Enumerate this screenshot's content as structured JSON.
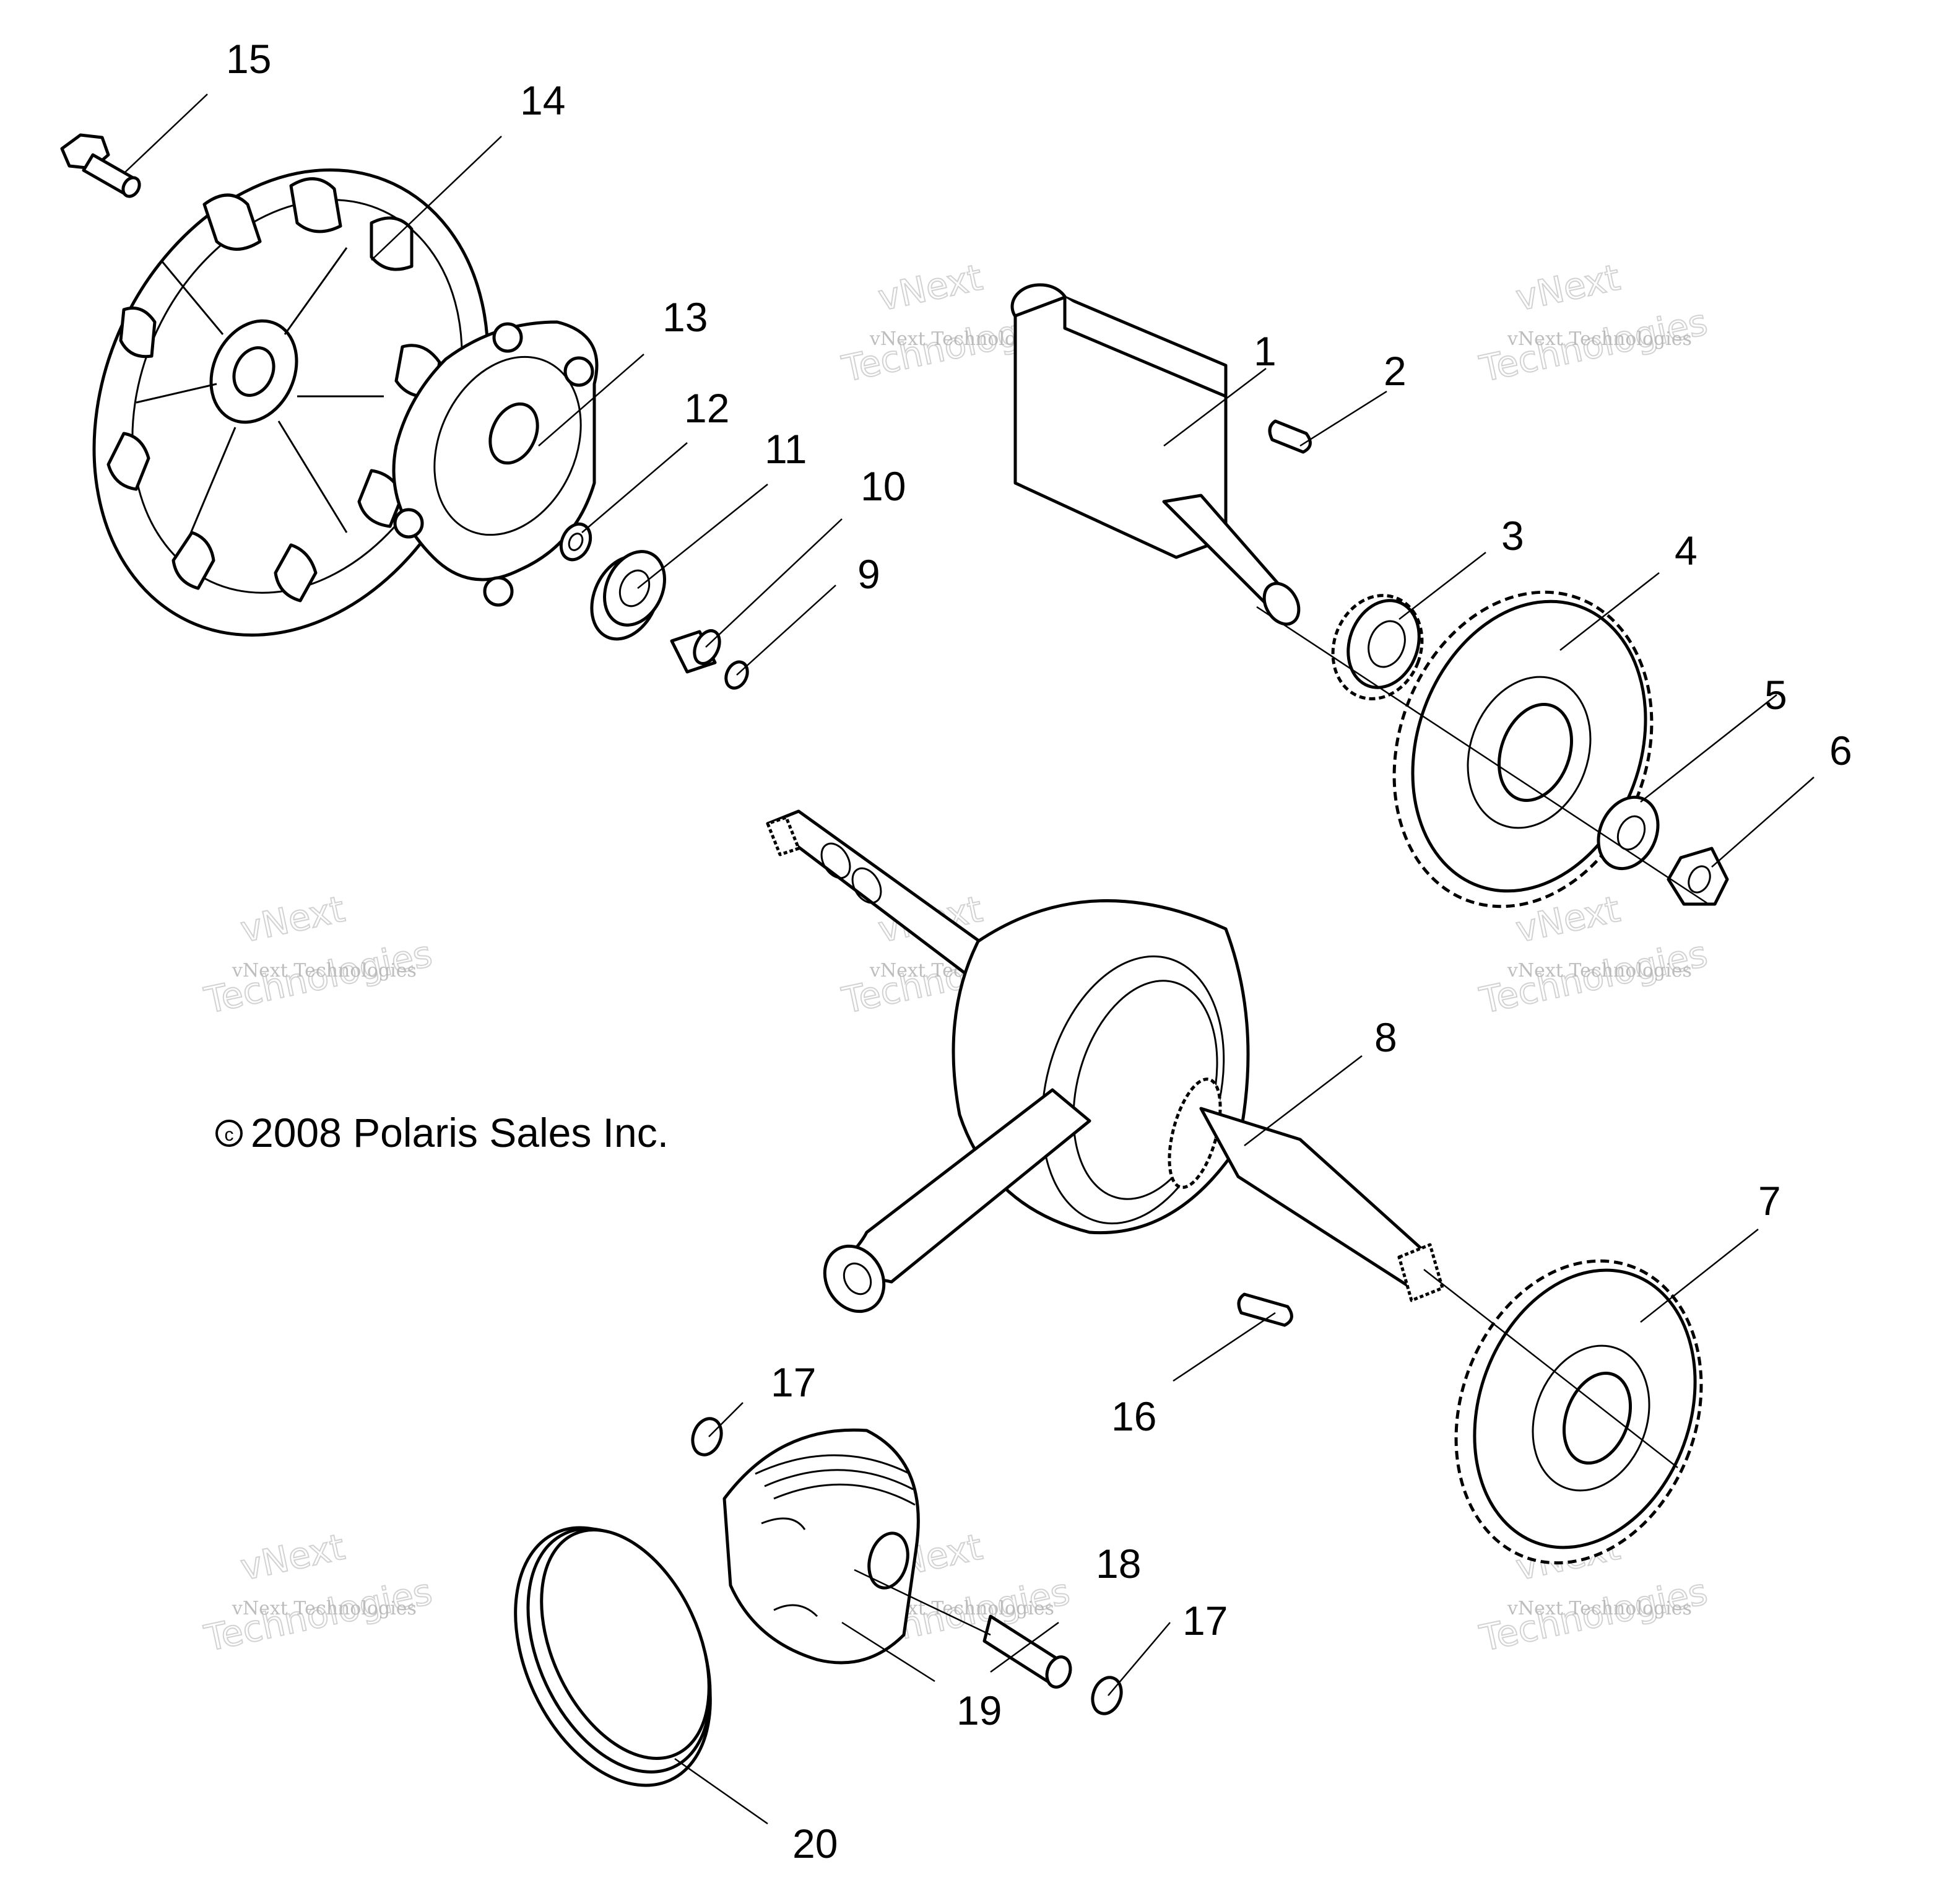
{
  "copyright": "2008 Polaris Sales Inc.",
  "copyright_symbol": "c",
  "watermark": {
    "line1": "vNext Technologies",
    "line2": "vNext",
    "line3": "Technologies"
  },
  "callouts": {
    "c1": "1",
    "c2": "2",
    "c3": "3",
    "c4": "4",
    "c5": "5",
    "c6": "6",
    "c7": "7",
    "c8": "8",
    "c9": "9",
    "c10": "10",
    "c11": "11",
    "c12": "12",
    "c13": "13",
    "c14": "14",
    "c15": "15",
    "c16": "16",
    "c17a": "17",
    "c17b": "17",
    "c18": "18",
    "c19": "19",
    "c20": "20"
  }
}
